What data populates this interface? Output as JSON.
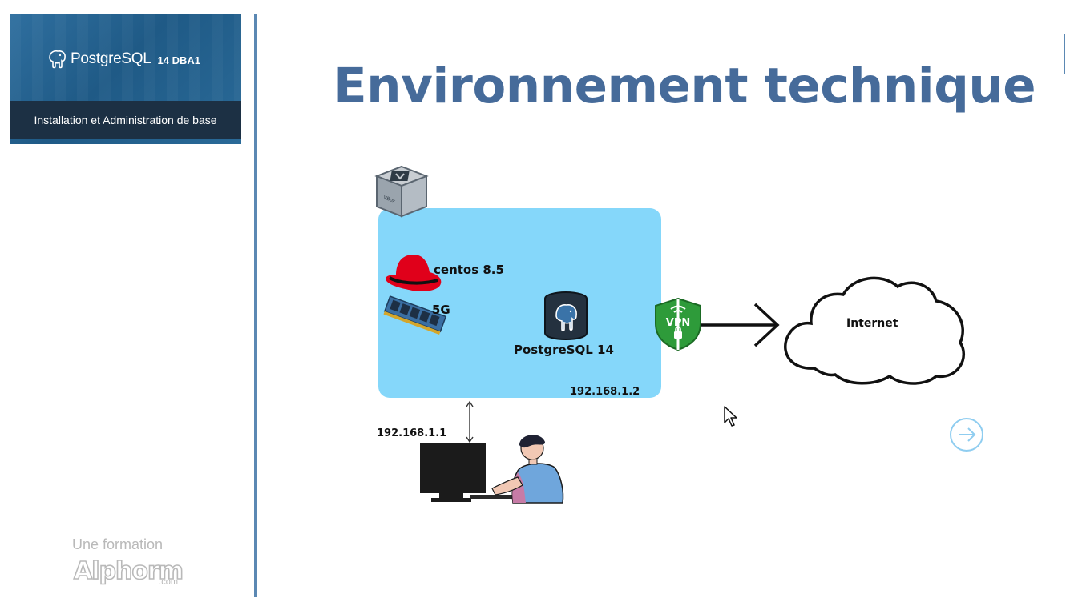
{
  "banner": {
    "product_name": "PostgreSQL",
    "product_version": "14 DBA1",
    "subtitle": "Installation et Administration de base"
  },
  "footer": {
    "tagline": "Une formation",
    "brand": "Alphorm",
    "brand_suffix": ".com"
  },
  "slide": {
    "title": "Environnement technique"
  },
  "diagram": {
    "os_label": "centos 8.5",
    "ram_label": "5G",
    "db_label": "PostgreSQL 14",
    "vm_ip": "192.168.1.2",
    "host_ip": "192.168.1.1",
    "vpn_text": "VPN",
    "internet_label": "Internet"
  },
  "colors": {
    "title": "#466b9a",
    "vm_box": "#85d7fa",
    "vpn_shield": "#2e9b3a",
    "redhat": "#e0001a",
    "divider": "#5b88b3",
    "next_button": "#8fcdf0"
  },
  "icons": [
    "virtualbox-icon",
    "redhat-hat-icon",
    "ram-module-icon",
    "postgresql-database-icon",
    "vpn-shield-icon",
    "internet-cloud-icon",
    "user-at-computer-icon",
    "mouse-pointer-icon",
    "next-arrow-icon"
  ]
}
